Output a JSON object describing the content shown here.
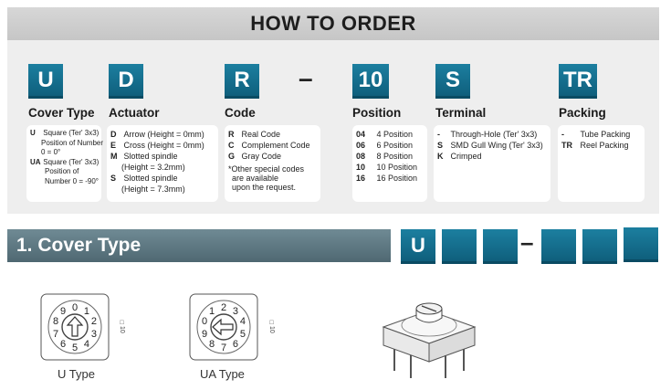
{
  "title": "HOW TO ORDER",
  "codes": [
    "U",
    "D",
    "R",
    "10",
    "S",
    "TR"
  ],
  "dash": "–",
  "labels": {
    "cover": "Cover Type",
    "actuator": "Actuator",
    "code": "Code",
    "position": "Position",
    "terminal": "Terminal",
    "packing": "Packing"
  },
  "cover": {
    "u_key": "U",
    "u_line1": "Square (Ter' 3x3)",
    "u_line2": "Position of Number",
    "u_line3": "0 = 0°",
    "ua_key": "UA",
    "ua_line1": "Square (Ter' 3x3)",
    "ua_line2": "Position of",
    "ua_line3": "Number 0 = -90°"
  },
  "actuator": [
    {
      "key": "D",
      "text": "Arrow (Height = 0mm)"
    },
    {
      "key": "E",
      "text": "Cross (Height = 0mm)"
    },
    {
      "key": "M",
      "text": "Slotted spindle",
      "sub": "(Height = 3.2mm)"
    },
    {
      "key": "S",
      "text": "Slotted spindle",
      "sub": "(Height = 7.3mm)"
    }
  ],
  "code": {
    "items": [
      {
        "key": "R",
        "text": "Real Code"
      },
      {
        "key": "C",
        "text": "Complement Code"
      },
      {
        "key": "G",
        "text": "Gray Code"
      }
    ],
    "note1": "*Other special codes",
    "note2": "are available",
    "note3": "upon the request."
  },
  "position": [
    {
      "key": "04",
      "text": "4 Position"
    },
    {
      "key": "06",
      "text": "6 Position"
    },
    {
      "key": "08",
      "text": "8 Position"
    },
    {
      "key": "10",
      "text": "10 Position"
    },
    {
      "key": "16",
      "text": "16 Position"
    }
  ],
  "terminal": [
    {
      "key": "-",
      "text": "Through-Hole (Ter' 3x3)"
    },
    {
      "key": "S",
      "text": "SMD Gull Wing (Ter' 3x3)"
    },
    {
      "key": "K",
      "text": "Crimped"
    }
  ],
  "packing": [
    {
      "key": "-",
      "text": "Tube Packing"
    },
    {
      "key": "TR",
      "text": "Reel Packing"
    }
  ],
  "section": {
    "title": "1. Cover Type",
    "box_letter": "U",
    "dash": "–"
  },
  "drawings": {
    "u_caption": "U Type",
    "ua_caption": "UA Type",
    "dim_label": "□10",
    "u_digits": [
      "0",
      "1",
      "2",
      "3",
      "4",
      "5",
      "6",
      "7",
      "8",
      "9"
    ],
    "ua_digits": [
      "1",
      "2",
      "3",
      "4",
      "5",
      "6",
      "7",
      "8",
      "9",
      "0"
    ]
  },
  "colors": {
    "accent": "#13708f",
    "section_bar": "#5a737d",
    "title_bar": "#cccccc"
  }
}
